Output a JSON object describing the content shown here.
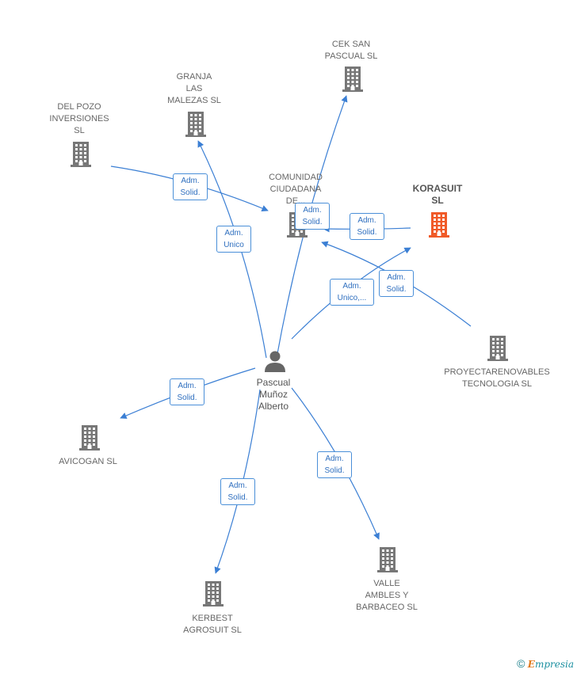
{
  "center": {
    "label": "Pascual\nMuñoz\nAlberto",
    "icon": "person-icon"
  },
  "companies": [
    {
      "id": "cek",
      "label": "CEK SAN\nPASCUAL  SL",
      "icon": "building-icon",
      "color": "#777777"
    },
    {
      "id": "granja",
      "label": "GRANJA\nLAS\nMALEZAS  SL",
      "icon": "building-icon",
      "color": "#777777"
    },
    {
      "id": "delpozo",
      "label": "DEL POZO\nINVERSIONES\nSL",
      "icon": "building-icon",
      "color": "#777777"
    },
    {
      "id": "comunidad",
      "label": "COMUNIDAD\nCIUDADANA\nDE...",
      "icon": "building-icon",
      "color": "#777777"
    },
    {
      "id": "korasuit",
      "label": "KORASUIT\nSL",
      "icon": "building-icon",
      "color": "#f05a28",
      "highlight": true
    },
    {
      "id": "proyecta",
      "label": "PROYECTARENOVABLES\nTECNOLOGIA SL",
      "icon": "building-icon",
      "color": "#777777"
    },
    {
      "id": "avicogan",
      "label": "AVICOGAN  SL",
      "icon": "building-icon",
      "color": "#777777"
    },
    {
      "id": "kerbest",
      "label": "KERBEST\nAGROSUIT  SL",
      "icon": "building-icon",
      "color": "#777777"
    },
    {
      "id": "valle",
      "label": "VALLE\nAMBLES Y\nBARBACEO SL",
      "icon": "building-icon",
      "color": "#777777"
    }
  ],
  "edge_labels": [
    {
      "id": "e-delpozo",
      "text": "Adm.\nSolid."
    },
    {
      "id": "e-granja",
      "text": "Adm.\nUnico"
    },
    {
      "id": "e-comunidad",
      "text": "Adm.\nSolid."
    },
    {
      "id": "e-proyecta",
      "text": "Adm.\nSolid."
    },
    {
      "id": "e-korasuit-center",
      "text": "Adm.\nUnico,..."
    },
    {
      "id": "e-proyecta-korasuit",
      "text": "Adm.\nSolid."
    },
    {
      "id": "e-avicogan",
      "text": "Adm.\nSolid."
    },
    {
      "id": "e-kerbest",
      "text": "Adm.\nSolid."
    },
    {
      "id": "e-valle",
      "text": "Adm.\nSolid."
    }
  ],
  "colors": {
    "edge": "#3b7fd4",
    "node": "#777777",
    "accent": "#f05a28"
  },
  "footer": {
    "copyright": "©",
    "brand_first": "E",
    "brand_rest": "mpresia"
  }
}
